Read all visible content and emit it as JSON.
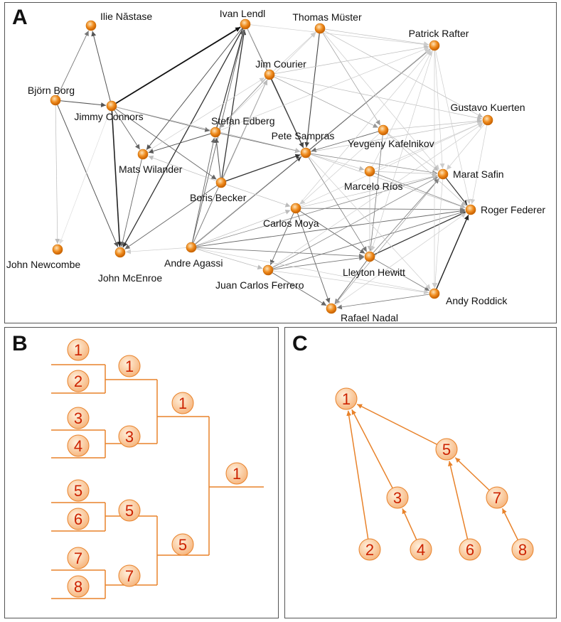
{
  "panels": {
    "a": "A",
    "b": "B",
    "c": "C"
  },
  "colors": {
    "node_fill": "#f08c1e",
    "node_stroke": "#c96a00",
    "bracket_line": "#e8822a",
    "token_fill": "#fcd3a8",
    "token_stroke": "#e8822a",
    "token_text": "#cc2200"
  },
  "network": {
    "players": [
      "Ilie Năstase",
      "Ivan Lendl",
      "Thomas Müster",
      "Patrick Rafter",
      "Björn Borg",
      "Jim Courier",
      "Jimmy Connors",
      "Gustavo Kuerten",
      "Stefan Edberg",
      "Pete Sampras",
      "Yevgeny Kafelnikov",
      "Mats Wilander",
      "Marcelo Ríos",
      "Marat Safin",
      "Boris Becker",
      "Roger Federer",
      "Carlos Moya",
      "John Newcombe",
      "Andre Agassi",
      "John McEnroe",
      "Lleyton Hewitt",
      "Juan Carlos Ferrero",
      "Andy Roddick",
      "Rafael Nadal"
    ]
  },
  "bracket": {
    "round1": [
      "1",
      "2",
      "3",
      "4",
      "5",
      "6",
      "7",
      "8"
    ],
    "round2": [
      "1",
      "3",
      "5",
      "7"
    ],
    "round3": [
      "1",
      "5"
    ],
    "final": [
      "1"
    ]
  },
  "tree": {
    "nodes": [
      "1",
      "5",
      "3",
      "7",
      "2",
      "4",
      "6",
      "8"
    ]
  }
}
